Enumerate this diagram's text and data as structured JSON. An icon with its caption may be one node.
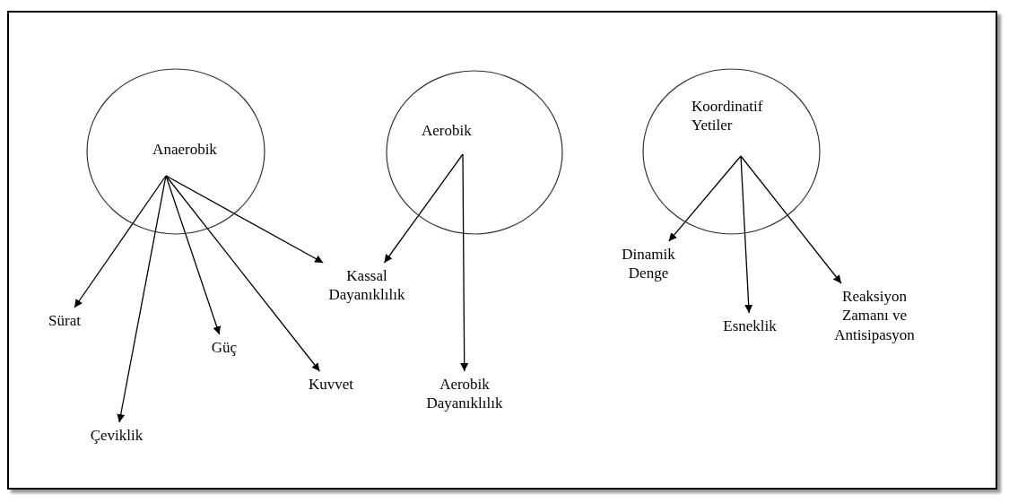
{
  "diagram": {
    "nodes": [
      {
        "text": [
          "Anaerobik"
        ]
      },
      {
        "text": [
          "Aerobik"
        ]
      },
      {
        "text": [
          "Koordinatif Yetiler"
        ]
      },
      {
        "text": [
          "Sürat"
        ]
      },
      {
        "text": [
          "Çeviklik"
        ]
      },
      {
        "text": [
          "Güç"
        ]
      },
      {
        "text": [
          "Kuvvet"
        ]
      },
      {
        "text": [
          "Kassal Dayanıklılık"
        ]
      },
      {
        "text": [
          "Aerobik Dayanıklılık"
        ]
      },
      {
        "text": [
          "Dinamik Denge"
        ]
      },
      {
        "text": [
          "Esneklik"
        ]
      },
      {
        "text": [
          "Reaksiyon Zamanı ve Antisipasyon"
        ]
      }
    ],
    "edges": [
      {
        "from": 0,
        "to": 3,
        "arrow": "to"
      },
      {
        "from": 0,
        "to": 4,
        "arrow": "to"
      },
      {
        "from": 0,
        "to": 5,
        "arrow": "to"
      },
      {
        "from": 0,
        "to": 6,
        "arrow": "to"
      },
      {
        "from": 0,
        "to": 7,
        "arrow": "to"
      },
      {
        "from": 1,
        "to": 7,
        "arrow": "to"
      },
      {
        "from": 1,
        "to": 8,
        "arrow": "to"
      },
      {
        "from": 2,
        "to": 9,
        "arrow": "to"
      },
      {
        "from": 2,
        "to": 10,
        "arrow": "to"
      },
      {
        "from": 2,
        "to": 11,
        "arrow": "to"
      }
    ]
  }
}
